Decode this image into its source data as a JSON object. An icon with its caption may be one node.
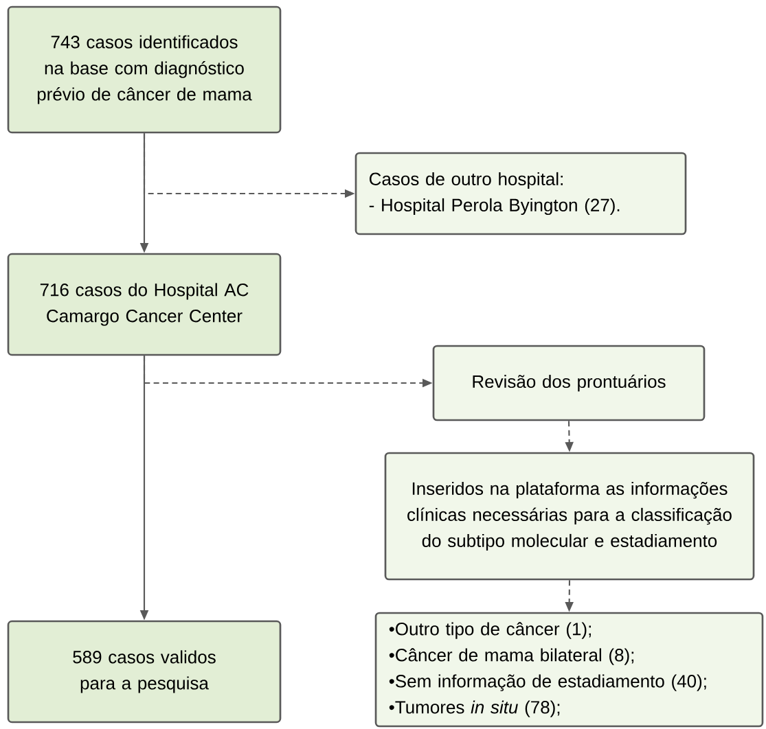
{
  "diagram": {
    "nodes": [
      {
        "text": [
          "743 casos identificados na base com diagnóstico prévio de câncer de mama"
        ]
      },
      {
        "text": [
          "Casos de outro hospital:",
          "- Hospital Perola Byington (27)."
        ]
      },
      {
        "text": [
          "716 casos do Hospital AC Camargo Cancer Center"
        ]
      },
      {
        "text": [
          "Revisão dos prontuários"
        ]
      },
      {
        "text": [
          "Inseridos na plataforma as informações clínicas necessárias para a classificação do subtipo molecular e estadiamento"
        ]
      },
      {
        "text": [
          "589 casos validos para a pesquisa"
        ]
      },
      {
        "text": [
          "•Outro tipo de câncer (1);",
          "•Câncer de mama bilateral (8);",
          "•Sem informação de estadiamento (40);",
          "•Tumores *in situ* (78);"
        ]
      }
    ],
    "edges": [
      {
        "from": 0,
        "to": 2,
        "arrow": "to"
      },
      {
        "from": 0,
        "to": 1,
        "arrow": "to",
        "style": "dashed"
      },
      {
        "from": 2,
        "to": 5,
        "arrow": "to"
      },
      {
        "from": 2,
        "to": 3,
        "arrow": "to",
        "style": "dashed"
      },
      {
        "from": 3,
        "to": 4,
        "arrow": "to",
        "style": "dashed"
      },
      {
        "from": 4,
        "to": 6,
        "arrow": "to",
        "style": "dashed"
      }
    ]
  }
}
